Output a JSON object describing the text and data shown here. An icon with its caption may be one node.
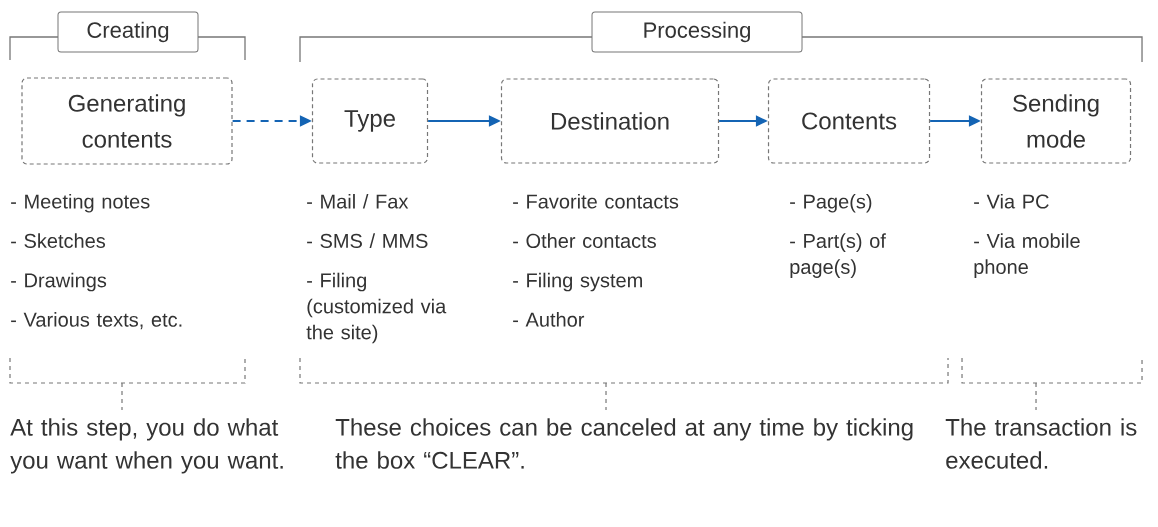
{
  "diagram": {
    "nodes": [
      {
        "text": [
          "Creating"
        ]
      },
      {
        "text": [
          "Processing"
        ]
      },
      {
        "text": [
          "Generating contents"
        ],
        "beside": [
          "- Meeting notes",
          "- Sketches",
          "- Drawings",
          "- Various texts, etc."
        ]
      },
      {
        "text": [
          "Type"
        ],
        "beside": [
          "- Mail / Fax",
          "- SMS / MMS",
          "- Filing (customized via the site)"
        ]
      },
      {
        "text": [
          "Destination"
        ],
        "beside": [
          "- Favorite contacts",
          "- Other contacts",
          "- Filing system",
          "- Author"
        ]
      },
      {
        "text": [
          "Contents"
        ],
        "beside": [
          "- Page(s)",
          "- Part(s) of page(s)"
        ]
      },
      {
        "text": [
          "Sending mode"
        ],
        "beside": [
          "- Via PC",
          "- Via mobile phone"
        ]
      }
    ],
    "edges": [
      {
        "from": 2,
        "to": 3,
        "arrow": "to",
        "style": "dashed"
      },
      {
        "from": 3,
        "to": 4,
        "arrow": "to"
      },
      {
        "from": 4,
        "to": 5,
        "arrow": "to"
      },
      {
        "from": 5,
        "to": 6,
        "arrow": "to"
      }
    ],
    "labels": [
      "At this step, you do what you want when you want.",
      "These choices can be canceled at any time by ticking the box “CLEAR”.",
      "The transaction is executed."
    ]
  }
}
